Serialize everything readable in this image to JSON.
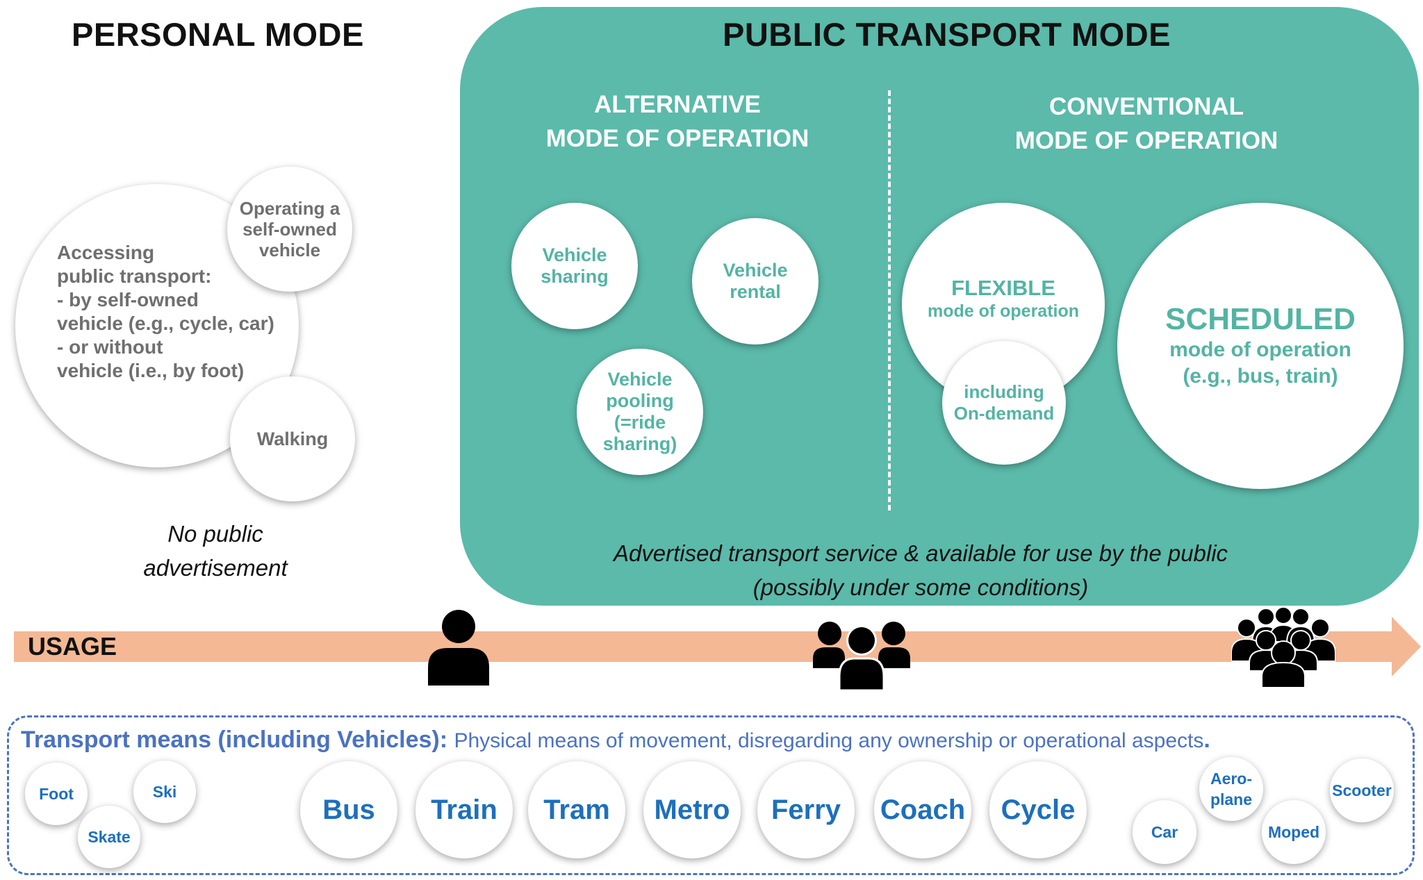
{
  "personal": {
    "title": "PERSONAL MODE",
    "main_circle": [
      "Accessing",
      "public transport:",
      "- by self-owned",
      "vehicle (e.g., cycle, car)",
      "- or without",
      "vehicle (i.e., by foot)"
    ],
    "operating_circle": [
      "Operating a",
      "self-owned",
      "vehicle"
    ],
    "walking_circle": "Walking",
    "note": [
      "No public",
      "advertisement"
    ]
  },
  "public": {
    "title": "PUBLIC TRANSPORT MODE",
    "alternative_heading": [
      "ALTERNATIVE",
      "MODE OF OPERATION"
    ],
    "conventional_heading": [
      "CONVENTIONAL",
      "MODE OF OPERATION"
    ],
    "vehicle_sharing": [
      "Vehicle",
      "sharing"
    ],
    "vehicle_rental": [
      "Vehicle",
      "rental"
    ],
    "vehicle_pooling": [
      "Vehicle",
      "pooling",
      "(=ride",
      "sharing)"
    ],
    "flexible_title": "FLEXIBLE",
    "flexible_sub": "mode of operation",
    "on_demand": [
      "including",
      "On-demand"
    ],
    "scheduled_title": "SCHEDULED",
    "scheduled_sub": [
      "mode of operation",
      "(e.g., bus, train)"
    ],
    "note": [
      "Advertised transport service & available for use by the public",
      "(possibly under some conditions)"
    ]
  },
  "usage": {
    "label": "USAGE",
    "icons": [
      "single-person-icon",
      "group-icon",
      "crowd-icon"
    ]
  },
  "means": {
    "title": "Transport means (including Vehicles):",
    "description": "Physical means of movement, disregarding any ownership or operational aspects",
    "period": ".",
    "small_left": [
      "Foot",
      "Ski",
      "Skate"
    ],
    "large": [
      "Bus",
      "Train",
      "Tram",
      "Metro",
      "Ferry",
      "Coach",
      "Cycle"
    ],
    "small_right": [
      "Car",
      "Aero-",
      "plane",
      "Moped",
      "Scooter"
    ]
  },
  "colors": {
    "panel_teal": "#5bbaaa",
    "teal_text": "#53b4a3",
    "usage_arrow": "#f4b894",
    "means_blue": "#4a72c4",
    "means_text_blue": "#1d6fbd",
    "gray_text": "#6f6f6f"
  }
}
